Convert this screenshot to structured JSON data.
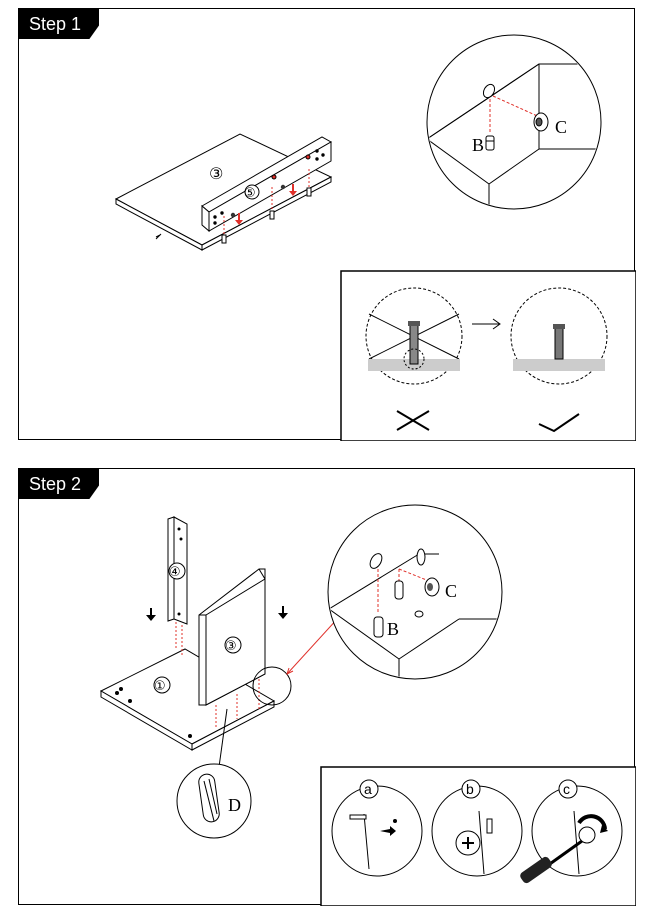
{
  "step1": {
    "title": "Step 1",
    "parts": {
      "board": "③",
      "rail": "⑤"
    },
    "labels": {
      "b": "B",
      "c": "C"
    }
  },
  "step2": {
    "title": "Step 2",
    "parts": {
      "upright": "④",
      "side": "③",
      "base": "①"
    },
    "labels": {
      "b": "B",
      "c": "C",
      "d": "D"
    },
    "substeps": [
      "a",
      "b",
      "c"
    ]
  },
  "colors": {
    "accent": "#e0302a",
    "ink": "#000000"
  }
}
